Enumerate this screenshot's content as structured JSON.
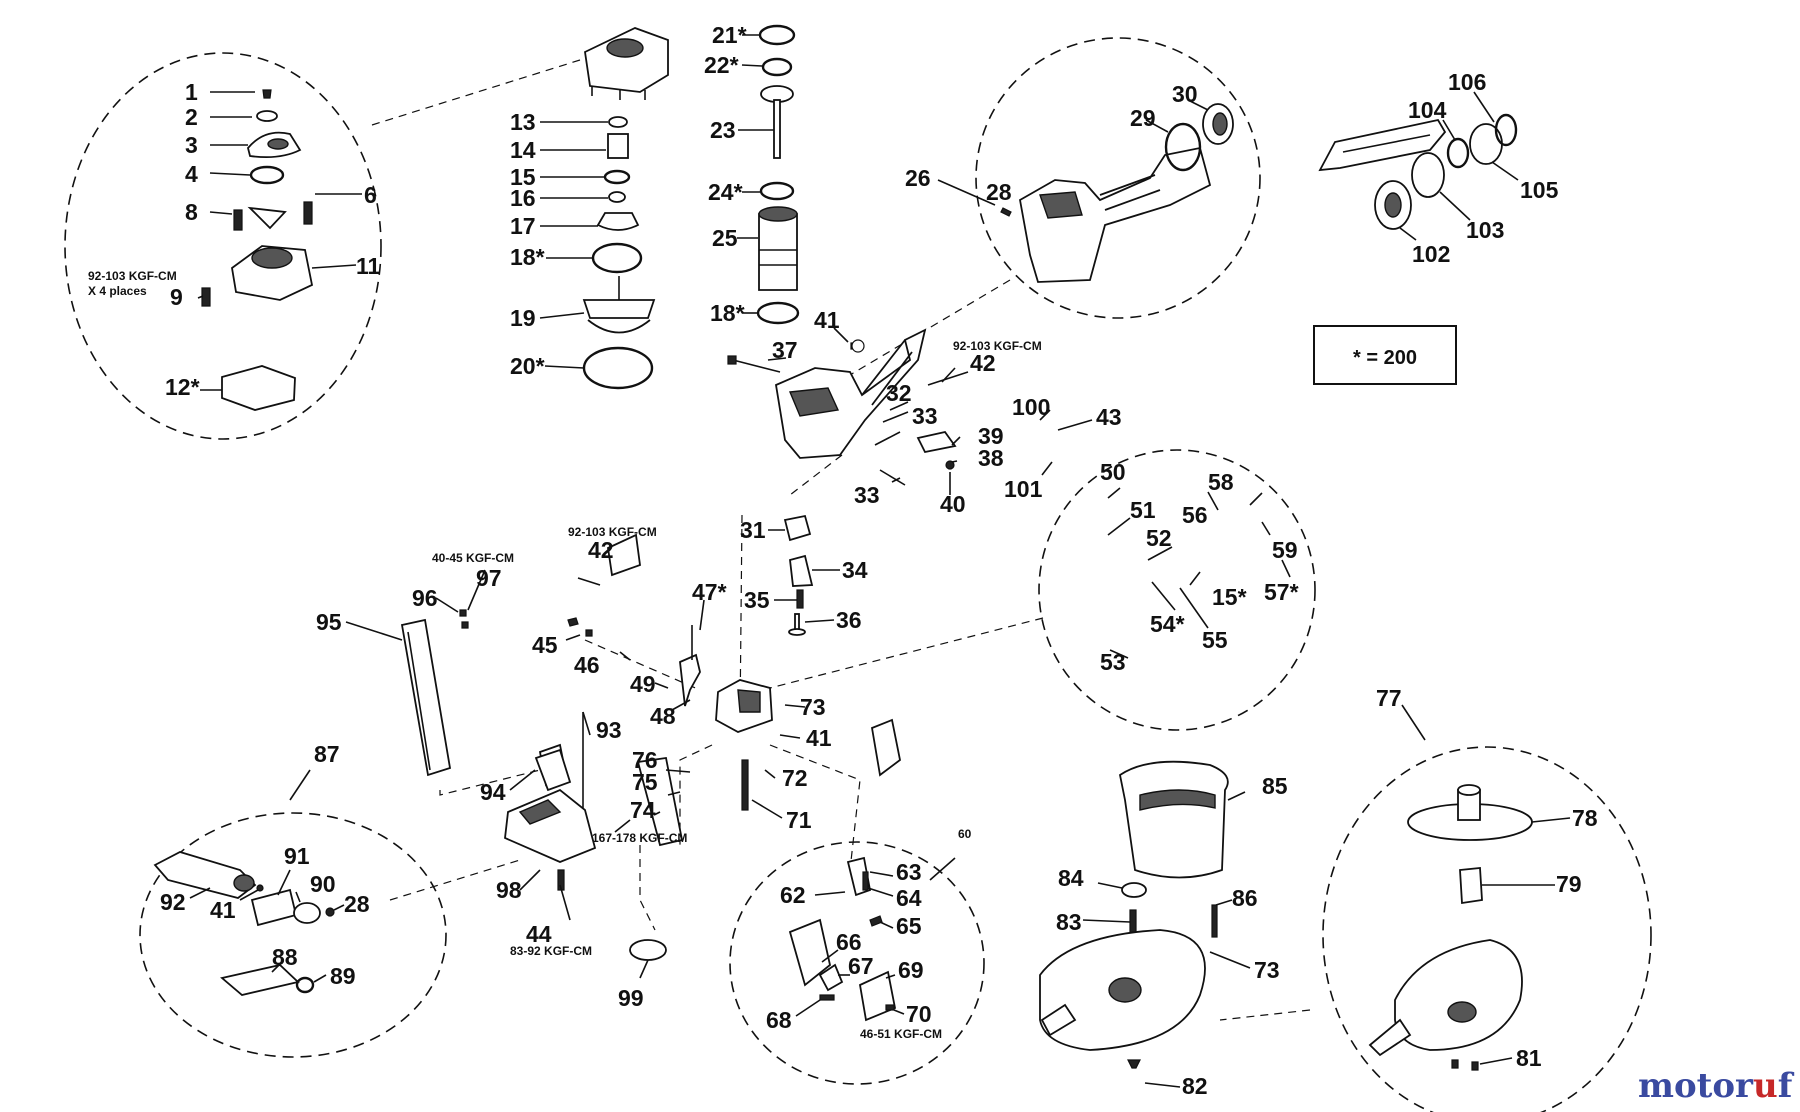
{
  "note_box": {
    "text": "* = 200"
  },
  "torques": {
    "t_cap": "92-103 KGF-CM",
    "t_cap2": "X 4 places",
    "t_42a": "92-103 KGF-CM",
    "t_42b": "92-103 KGF-CM",
    "t_97": "40-45 KGF-CM",
    "t_74": "167-178 KGF-CM",
    "t_44": "83-92 KGF-CM",
    "t_70": "46-51 KGF-CM"
  },
  "logo": {
    "part1": "motor",
    "part2": "u",
    "part3": "f"
  },
  "labels": [
    "1",
    "2",
    "3",
    "4",
    "6",
    "8",
    "11",
    "9",
    "12*",
    "13",
    "14",
    "15",
    "16",
    "17",
    "18*",
    "19",
    "20*",
    "21*",
    "22*",
    "23",
    "24*",
    "25",
    "18*",
    "26",
    "28",
    "29",
    "30",
    "106",
    "104",
    "105",
    "103",
    "102",
    "41",
    "37",
    "42",
    "32",
    "33",
    "39",
    "38",
    "40",
    "33",
    "43",
    "100",
    "101",
    "31",
    "34",
    "35",
    "36",
    "50",
    "51",
    "52",
    "58",
    "56",
    "59",
    "15*",
    "57*",
    "54*",
    "55",
    "53",
    "42",
    "45",
    "46",
    "47*",
    "49",
    "48",
    "73",
    "41",
    "72",
    "71",
    "97",
    "96",
    "95",
    "93",
    "94",
    "76",
    "75",
    "74",
    "98",
    "44",
    "99",
    "87",
    "91",
    "92",
    "41",
    "90",
    "28",
    "88",
    "89",
    "60",
    "63",
    "64",
    "62",
    "65",
    "66",
    "67",
    "69",
    "68",
    "70",
    "85",
    "84",
    "83",
    "86",
    "73",
    "82",
    "77",
    "78",
    "79",
    "81"
  ]
}
